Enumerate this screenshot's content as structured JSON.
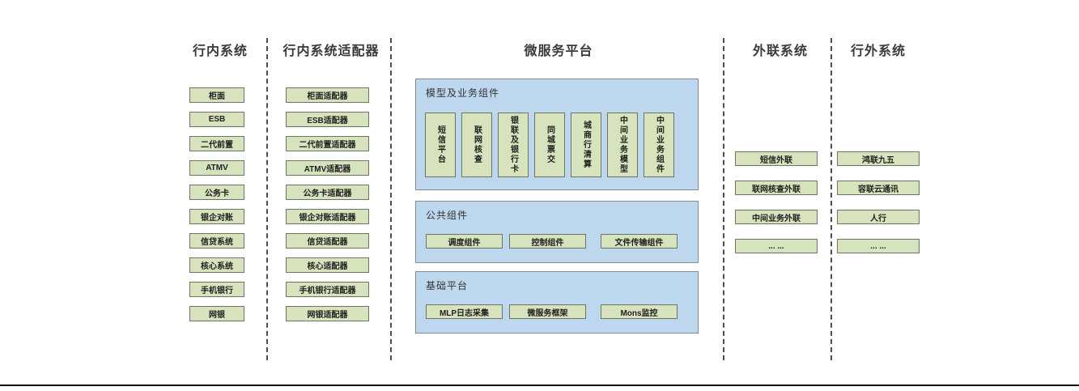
{
  "diagram": {
    "columns": {
      "internal": {
        "title": "行内系统",
        "items": [
          "柜面",
          "ESB",
          "二代前置",
          "ATMV",
          "公务卡",
          "银企对账",
          "信贷系统",
          "核心系统",
          "手机银行",
          "网银"
        ]
      },
      "adapters": {
        "title": "行内系统适配器",
        "items": [
          "柜面适配器",
          "ESB适配器",
          "二代前置适配器",
          "ATMV适配器",
          "公务卡适配器",
          "银企对账适配器",
          "信贷适配器",
          "核心适配器",
          "手机银行适配器",
          "网银适配器"
        ]
      },
      "platform": {
        "title": "微服务平台",
        "sections": {
          "model": {
            "title": "模型及业务组件",
            "items": [
              "短信平台",
              "联网核查",
              "银联及银行卡",
              "同城票交",
              "城商行清算",
              "中间业务模型",
              "中间业务组件"
            ]
          },
          "common": {
            "title": "公共组件",
            "items": [
              "调度组件",
              "控制组件",
              "文件传输组件"
            ]
          },
          "base": {
            "title": "基础平台",
            "items": [
              "MLP日志采集",
              "微服务框架",
              "Mons监控"
            ]
          }
        }
      },
      "outbound": {
        "title": "外联系统",
        "items": [
          "短信外联",
          "联网核查外联",
          "中间业务外联",
          "... ..."
        ]
      },
      "external": {
        "title": "行外系统",
        "items": [
          "鸿联九五",
          "容联云通讯",
          "人行",
          "... ..."
        ]
      }
    },
    "colors": {
      "box_fill": "#d6e3bc",
      "box_border": "#6e7465",
      "section_fill": "#bdd7ee",
      "section_border": "#7f8b99",
      "divider": "#4d4d4d",
      "baseline": "#000000"
    }
  }
}
